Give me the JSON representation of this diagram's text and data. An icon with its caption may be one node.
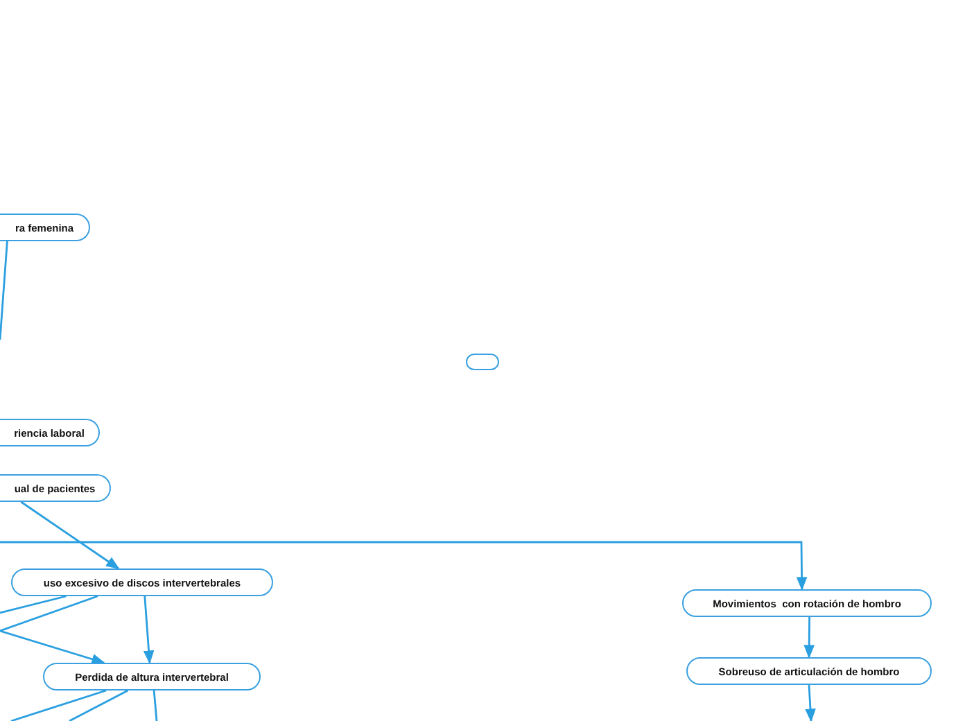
{
  "diagram": {
    "nodes": [
      {
        "text": [
          "ra femenina"
        ]
      },
      {
        "text": [],
        "shape": "box"
      },
      {
        "text": [
          "riencia laboral"
        ]
      },
      {
        "text": [
          "ual de pacientes"
        ]
      },
      {
        "text": [
          "uso excesivo de discos intervertebrales"
        ]
      },
      {
        "text": [
          "Movimientos  con rotación de hombro"
        ]
      },
      {
        "text": [
          "Perdida de altura intervertebral"
        ]
      },
      {
        "text": [
          "Sobreuso de articulación de hombro"
        ]
      }
    ],
    "edges": [
      {
        "from": 0,
        "to": null,
        "arrow": "none"
      },
      {
        "from": 3,
        "to": 4,
        "arrow": "to"
      },
      {
        "from": null,
        "to": 5,
        "arrow": "to"
      },
      {
        "from": 4,
        "to": null,
        "arrow": "none"
      },
      {
        "from": 4,
        "to": null,
        "arrow": "none"
      },
      {
        "from": null,
        "to": 6,
        "arrow": "to"
      },
      {
        "from": 4,
        "to": 6,
        "arrow": "to"
      },
      {
        "from": 6,
        "to": null,
        "arrow": "none"
      },
      {
        "from": 6,
        "to": null,
        "arrow": "none"
      },
      {
        "from": 6,
        "to": null,
        "arrow": "none"
      },
      {
        "from": 5,
        "to": 7,
        "arrow": "to"
      },
      {
        "from": 7,
        "to": null,
        "arrow": "to"
      }
    ]
  }
}
